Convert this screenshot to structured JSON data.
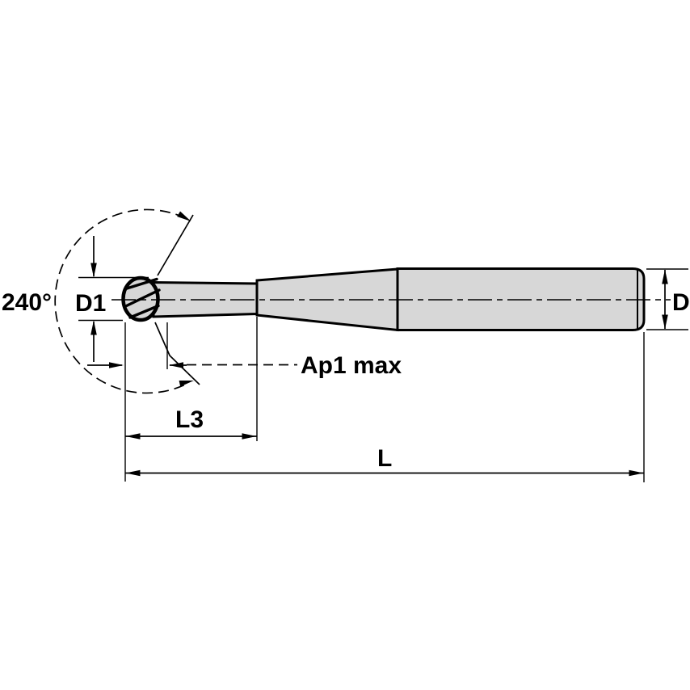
{
  "drawing": {
    "colors": {
      "background": "#ffffff",
      "tool_fill": "#d7d7d7",
      "line": "#000000"
    },
    "labels": {
      "wrap_angle": "240°",
      "cutter_diameter": "D1",
      "max_depth_of_cut": "Ap1 max",
      "neck_length": "L3",
      "overall_length": "L",
      "shank_diameter": "D"
    }
  }
}
